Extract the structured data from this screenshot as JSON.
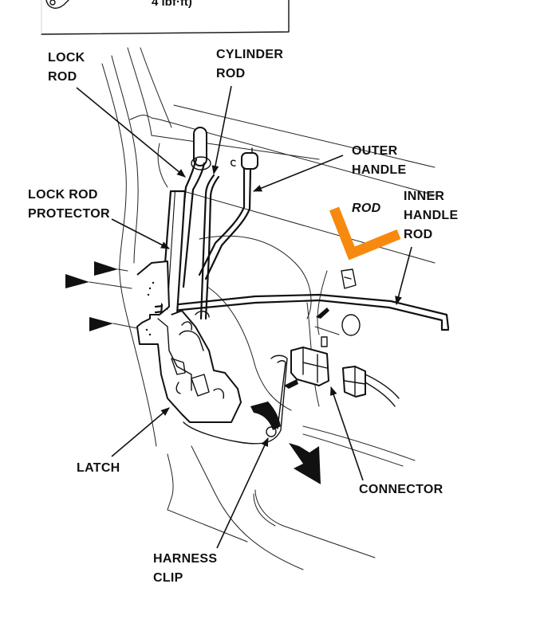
{
  "spec_box": {
    "torque_text": "4 lbf·ft)"
  },
  "labels": {
    "lock_rod": "LOCK\nROD",
    "cylinder_rod": "CYLINDER\nROD",
    "outer_handle_rod_line1": "OUTER\nHANDLE",
    "outer_handle_rod_line2": "ROD",
    "lock_rod_protector": "LOCK ROD\nPROTECTOR",
    "inner_handle_rod": "INNER\nHANDLE\nROD",
    "latch": "LATCH",
    "connector": "CONNECTOR",
    "harness_clip": "HARNESS\nCLIP"
  },
  "colors": {
    "highlight_mark": "#F7890F",
    "line": "#111111",
    "background": "#FFFFFF"
  },
  "annotations": {
    "highlight_mark_shape": "check-mark-v",
    "screw_pointer_count": 3
  }
}
